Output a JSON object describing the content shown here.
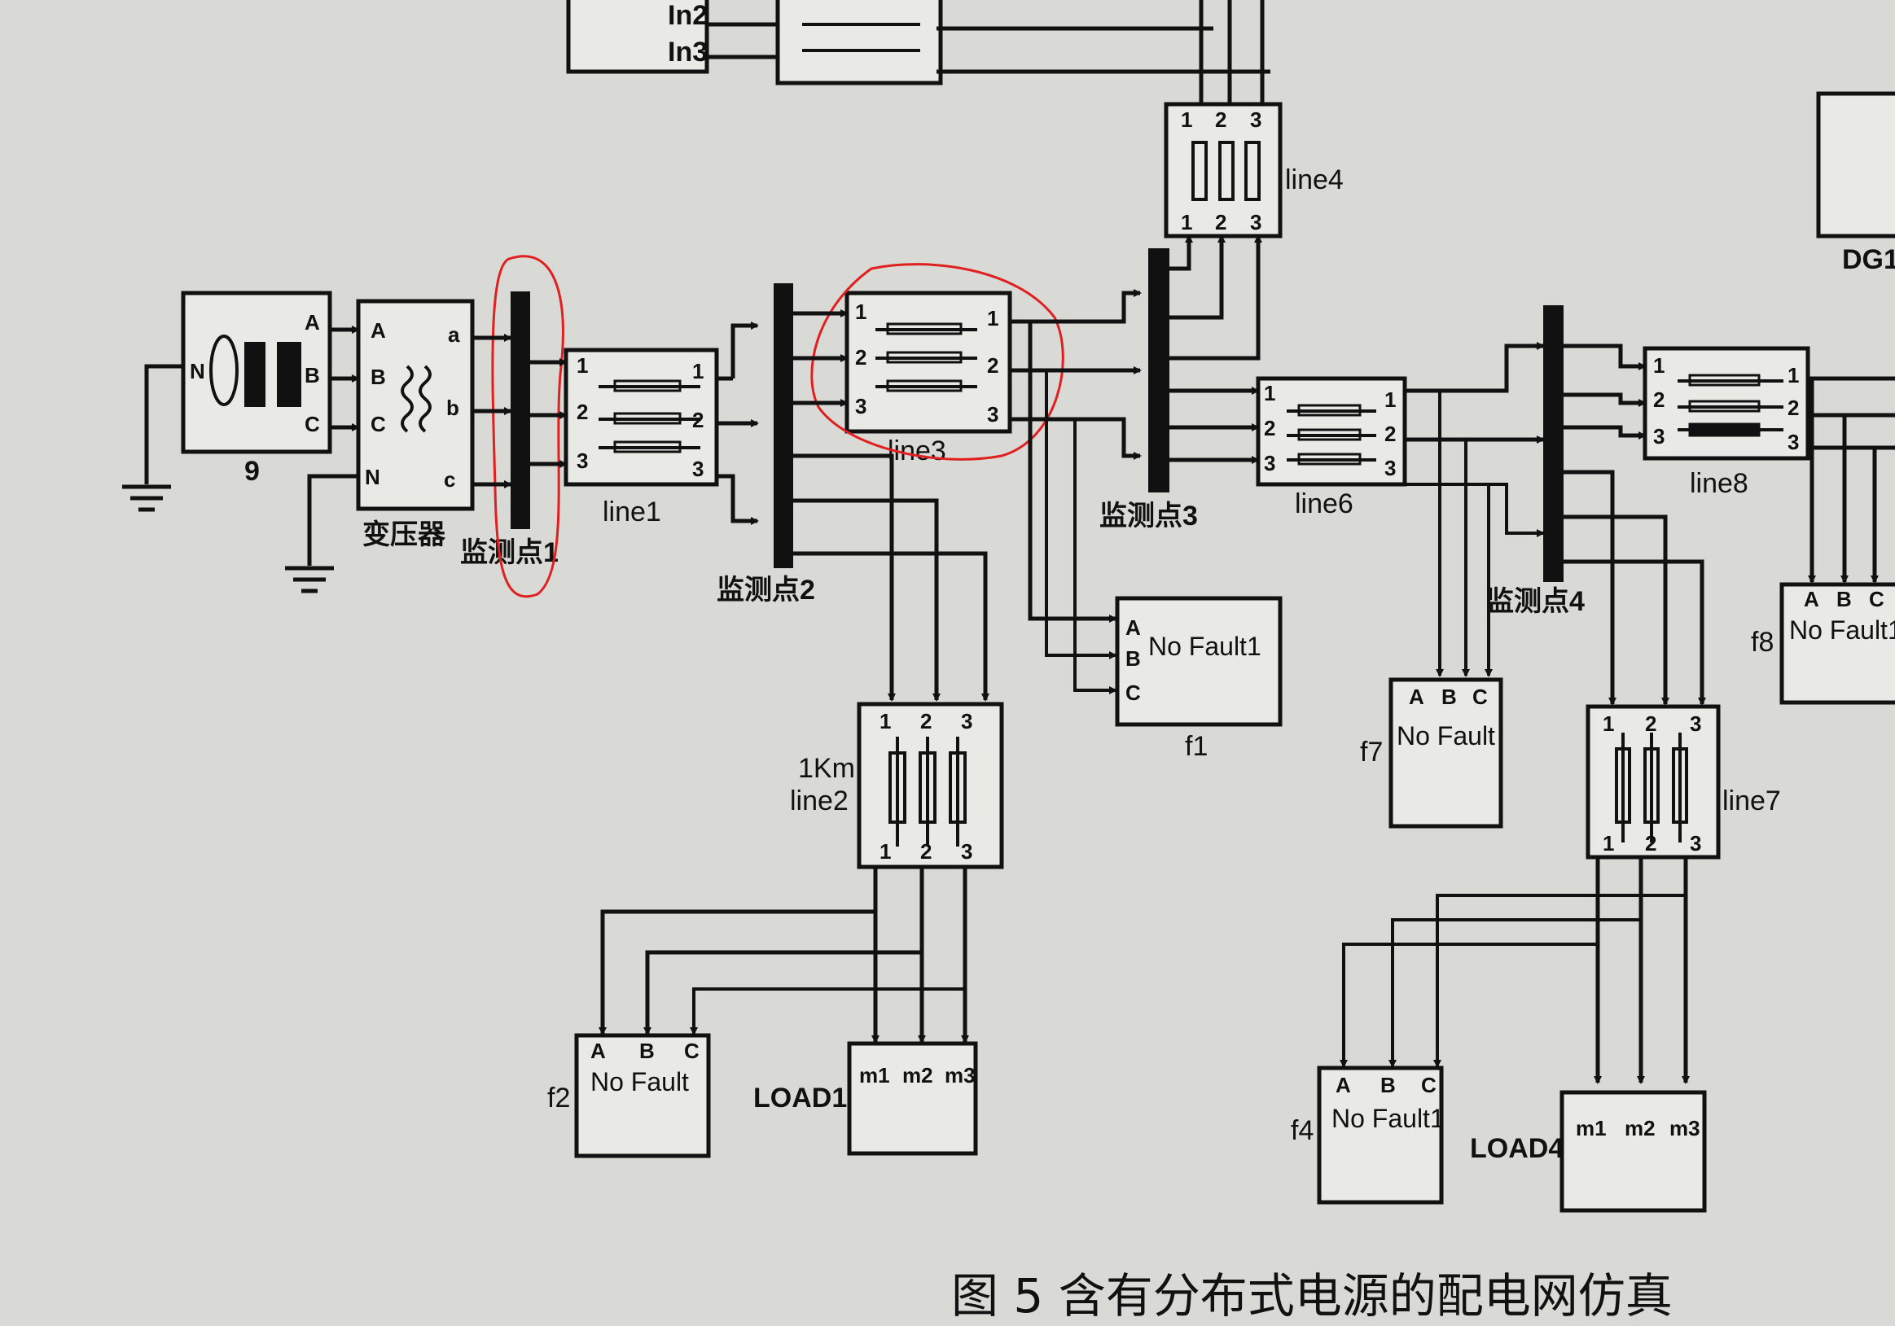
{
  "colors": {
    "background": "#d9d9d6",
    "line": "#111111",
    "highlight": "#e02020"
  },
  "blocks": {
    "top_in_labels": [
      "In2",
      "In3"
    ],
    "source_label": "9",
    "source_port_n": "N",
    "source_ports": [
      "A",
      "B",
      "C"
    ],
    "transformer_label": "变压器",
    "transformer_ports_left": [
      "A",
      "B",
      "C",
      "N"
    ],
    "transformer_ports_right": [
      "a",
      "b",
      "c"
    ],
    "dg_label": "DG1"
  },
  "lines": {
    "line1": "line1",
    "line2_length": "1Km",
    "line2": "line2",
    "line3": "line3",
    "line4": "line4",
    "line6": "line6",
    "line7": "line7",
    "line8": "line8",
    "port_numbers": [
      "1",
      "2",
      "3"
    ]
  },
  "monitors": {
    "m1": "监测点1",
    "m2": "监测点2",
    "m3": "监测点3",
    "m4": "监测点4"
  },
  "faults": {
    "f1_label": "f1",
    "f1_text": "No Fault1",
    "f2_label": "f2",
    "f2_text": "No Fault",
    "f4_label": "f4",
    "f4_text": "No Fault1",
    "f7_label": "f7",
    "f7_text": "No Fault",
    "f8_label": "f8",
    "f8_text": "No Fault1",
    "ports": [
      "A",
      "B",
      "C"
    ]
  },
  "loads": {
    "load1": "LOAD1",
    "load4": "LOAD4",
    "ports": [
      "m1",
      "m2",
      "m3"
    ]
  },
  "caption": "图 5   含有分布式电源的配电网仿真"
}
